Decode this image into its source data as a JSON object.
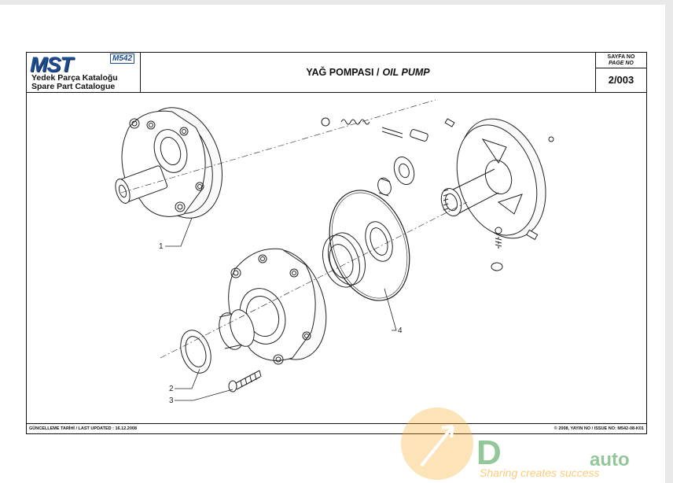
{
  "header": {
    "logo_brand": "MST",
    "logo_model": "M542",
    "catalog_tr": "Yedek Parça Kataloğu",
    "catalog_en": "Spare Part Catalogue",
    "title_tr": "YAĞ POMPASI /",
    "title_en": "OIL PUMP",
    "page_label_tr": "SAYFA NO",
    "page_label_en": "PAGE NO",
    "page_number": "2/003"
  },
  "callouts": [
    {
      "id": "1",
      "label": "1"
    },
    {
      "id": "2",
      "label": "2"
    },
    {
      "id": "3",
      "label": "3"
    },
    {
      "id": "4",
      "label": "4"
    }
  ],
  "footer": {
    "updated": "GÜNCELLEME TARİHİ  / LAST UPDATED : 16.12.2008",
    "issue": "© 2008, YAYIN NO / ISSUE NO: M542-08-K01"
  },
  "watermark": {
    "brand_left": "D",
    "brand_right": "auto",
    "slogan": "Sharing creates success"
  },
  "colors": {
    "logo_blue": "#1f4c8f",
    "watermark_orange": "#f5b133",
    "watermark_green": "#3a9a45"
  }
}
